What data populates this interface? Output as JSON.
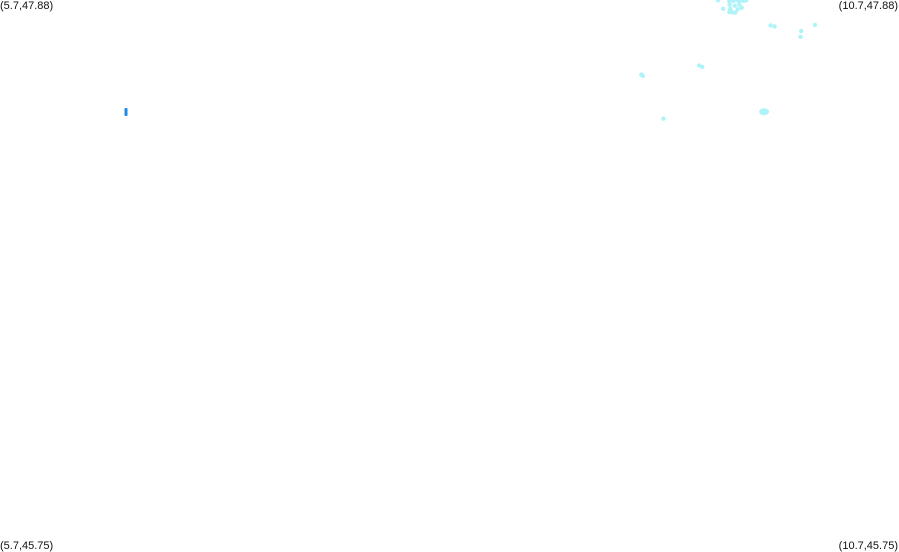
{
  "map": {
    "corners": {
      "top_left": "(5.7,47.88)",
      "top_right": "(10.7,47.88)",
      "bottom_left": "(5.7,45.75)",
      "bottom_right": "(10.7,45.75)"
    },
    "bounds": {
      "lon_min": 5.7,
      "lon_max": 10.7,
      "lat_min": 45.75,
      "lat_max": 47.88
    },
    "colors": {
      "background": "#ffffff",
      "light_points": "#aef3f7",
      "dark_points": "#1e88e5"
    },
    "points": [
      {
        "lon": 6.401,
        "lat": 47.448,
        "color": "dark",
        "shape": "bar"
      },
      {
        "lon": 9.694,
        "lat": 47.879,
        "color": "light"
      },
      {
        "lon": 9.756,
        "lat": 47.875,
        "color": "light"
      },
      {
        "lon": 9.778,
        "lat": 47.876,
        "color": "light"
      },
      {
        "lon": 9.8,
        "lat": 47.879,
        "color": "light"
      },
      {
        "lon": 9.812,
        "lat": 47.877,
        "color": "light"
      },
      {
        "lon": 9.828,
        "lat": 47.879,
        "color": "light"
      },
      {
        "lon": 9.839,
        "lat": 47.877,
        "color": "light"
      },
      {
        "lon": 9.85,
        "lat": 47.879,
        "color": "light"
      },
      {
        "lon": 9.758,
        "lat": 47.862,
        "color": "light"
      },
      {
        "lon": 9.786,
        "lat": 47.858,
        "color": "light"
      },
      {
        "lon": 9.812,
        "lat": 47.862,
        "color": "light"
      },
      {
        "lon": 9.722,
        "lat": 47.846,
        "color": "light"
      },
      {
        "lon": 9.761,
        "lat": 47.846,
        "color": "light"
      },
      {
        "lon": 9.803,
        "lat": 47.844,
        "color": "light"
      },
      {
        "lon": 9.825,
        "lat": 47.85,
        "color": "light"
      },
      {
        "lon": 9.773,
        "lat": 47.833,
        "color": "light"
      },
      {
        "lon": 9.789,
        "lat": 47.831,
        "color": "light"
      },
      {
        "lon": 9.757,
        "lat": 47.833,
        "color": "light"
      },
      {
        "lon": 9.986,
        "lat": 47.782,
        "color": "light"
      },
      {
        "lon": 10.008,
        "lat": 47.778,
        "color": "light"
      },
      {
        "lon": 10.233,
        "lat": 47.784,
        "color": "light"
      },
      {
        "lon": 10.156,
        "lat": 47.76,
        "color": "light"
      },
      {
        "lon": 10.153,
        "lat": 47.738,
        "color": "light"
      },
      {
        "lon": 9.589,
        "lat": 47.627,
        "color": "light"
      },
      {
        "lon": 9.606,
        "lat": 47.622,
        "color": "light"
      },
      {
        "lon": 9.267,
        "lat": 47.592,
        "color": "light"
      },
      {
        "lon": 9.275,
        "lat": 47.587,
        "color": "light"
      },
      {
        "lon": 9.95,
        "lat": 47.449,
        "color": "light",
        "shape": "blob"
      },
      {
        "lon": 9.39,
        "lat": 47.422,
        "color": "light"
      }
    ]
  }
}
